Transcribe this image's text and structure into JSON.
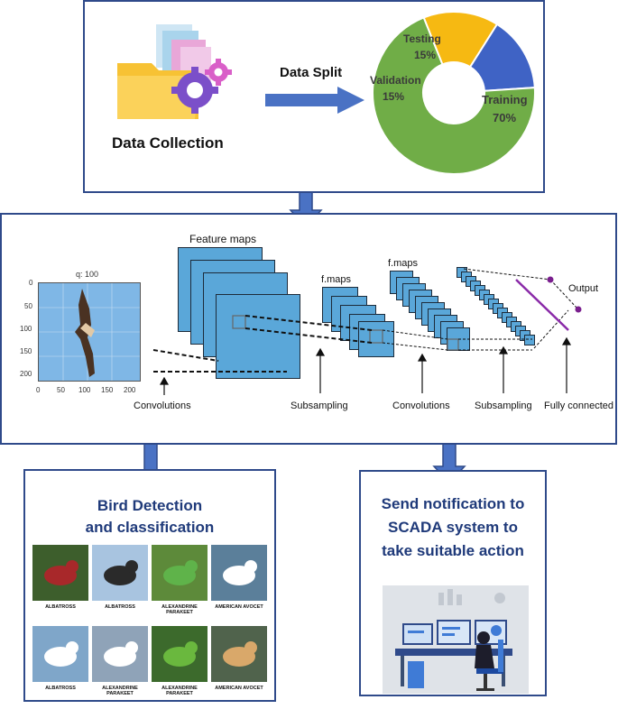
{
  "top": {
    "data_collection_label": "Data Collection",
    "data_split_label": "Data Split",
    "donut": [
      {
        "name": "Testing",
        "value": 15,
        "label": "15%",
        "color": "#f6b912"
      },
      {
        "name": "Validation",
        "value": 15,
        "label": "15%",
        "color": "#3f63c5"
      },
      {
        "name": "Training",
        "value": 70,
        "label": "70%",
        "color": "#70ad47"
      }
    ]
  },
  "cnn": {
    "input_title": "q: 100",
    "y_ticks": [
      "0",
      "50",
      "100",
      "150",
      "200"
    ],
    "x_ticks": [
      "0",
      "50",
      "100",
      "150",
      "200"
    ],
    "feature_maps_label": "Feature maps",
    "fmaps1_label": "f.maps",
    "fmaps2_label": "f.maps",
    "output_label": "Output",
    "stage_labels": [
      "Convolutions",
      "Subsampling",
      "Convolutions",
      "Subsampling",
      "Fully connected"
    ]
  },
  "bottom_left": {
    "title_line1": "Bird Detection",
    "title_line2": "and classification",
    "captions": [
      "ALBATROSS",
      "ALBATROSS",
      "ALEXANDRINE PARAKEET",
      "AMERICAN AVOCET",
      "ALBATROSS",
      "ALEXANDRINE PARAKEET",
      "ALEXANDRINE PARAKEET",
      "AMERICAN AVOCET"
    ]
  },
  "bottom_right": {
    "line1": "Send notification to",
    "line2": "SCADA system to",
    "line3": "take suitable action"
  }
}
